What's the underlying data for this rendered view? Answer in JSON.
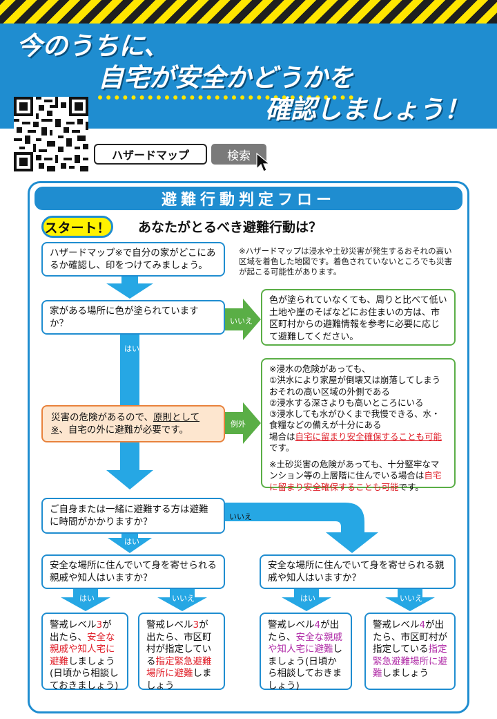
{
  "header": {
    "line1": "今のうちに、",
    "line2": "自宅が安全かどうかを",
    "line3": "確認しましょう！"
  },
  "search": {
    "query": "ハザードマップ",
    "button_label": "検索"
  },
  "panel": {
    "title": "避難行動判定フロー",
    "start_label": "スタート！",
    "question": "あなたがとるべき避難行動は？"
  },
  "step1": {
    "text": "ハザードマップ※で自分の家がどこにあるか確認し、印をつけてみましょう。",
    "note": "※ハザードマップは浸水や土砂災害が発生するおそれの高い区域を着色した地図です。着色されていないところでも災害が起こる可能性があります。"
  },
  "step2": {
    "text": "家がある場所に色が塗られていますか？",
    "no_label": "いいえ",
    "yes_label": "はい",
    "no_result": "色が塗られていなくても、周りと比べて低い土地や崖のそばなどにお住まいの方は、市区町村からの避難情報を参考に必要に応じて避難してください。"
  },
  "step3": {
    "text_a": "災害の危険があるので、",
    "text_b": "原則として※",
    "text_c": "、自宅の外に避難が必要です。",
    "exception_label": "例外",
    "exception": {
      "intro": "※浸水の危険があっても、",
      "item1": "①洪水により家屋が倒壊又は崩落してしまうおそれの高い区域の外側である",
      "item2": "②浸水する深さよりも高いところにいる",
      "item3": "③浸水しても水がひくまで我慢できる、水・食糧などの備えが十分にある",
      "case_a": "場合は",
      "case_red": "自宅に留まり安全確保することも可能",
      "case_end": "です。",
      "landslide_a": "※土砂災害の危険があっても、十分堅牢なマンション等の上層階に住んでいる場合は",
      "landslide_red": "自宅に留まり安全確保することも可能",
      "landslide_end": "です。"
    }
  },
  "step4": {
    "text": "ご自身または一緒に避難する方は避難に時間がかかりますか？",
    "yes_label": "はい",
    "no_label": "いいえ"
  },
  "step5_left": {
    "text": "安全な場所に住んでいて身を寄せられる親戚や知人はいますか？",
    "yes_label": "はい",
    "no_label": "いいえ"
  },
  "step5_right": {
    "text": "安全な場所に住んでいて身を寄せられる親戚や知人はいますか？",
    "yes_label": "はい",
    "no_label": "いいえ"
  },
  "results": {
    "r1": {
      "a": "警戒レベル",
      "n": "3",
      "b": "が出たら、",
      "hl": "安全な親戚や知人宅に避難",
      "c": "しましょう(日頃から相談しておきましょう)"
    },
    "r2": {
      "a": "警戒レベル",
      "n": "3",
      "b": "が出たら、市区町村が指定している",
      "hl": "指定緊急避難場所に避難",
      "c": "しましょう"
    },
    "r3": {
      "a": "警戒レベル",
      "n": "4",
      "b": "が出たら、",
      "hl": "安全な親戚や知人宅に避難",
      "c": "しましょう(日頃から相談しておきましょう)"
    },
    "r4": {
      "a": "警戒レベル",
      "n": "4",
      "b": "が出たら、市区町村が指定している",
      "hl": "指定緊急避難場所に避難",
      "c": "しましょう"
    }
  },
  "colors": {
    "blue": "#1f8dd0",
    "arrow_blue": "#26a7e4",
    "green": "#5aae46",
    "orange": "#e8823c",
    "yellow": "#fff200",
    "red": "#e0202a",
    "magenta": "#b12ea8"
  }
}
